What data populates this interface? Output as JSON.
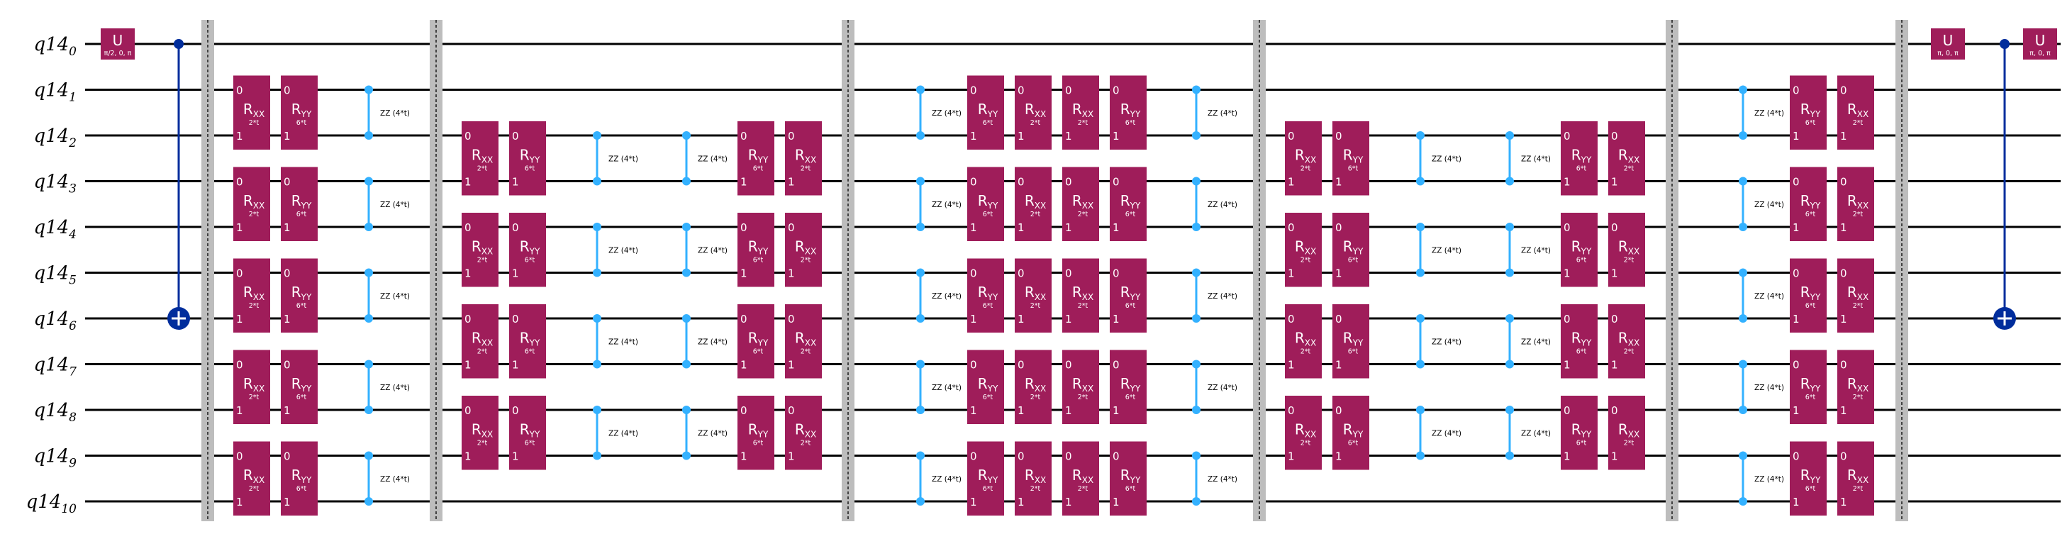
{
  "circuit": {
    "register": "q14",
    "qubits": [
      "0",
      "1",
      "2",
      "3",
      "4",
      "5",
      "6",
      "7",
      "8",
      "9",
      "10"
    ],
    "colors": {
      "gate": "#9f1d5a",
      "zz": "#33b1ff",
      "cx": "#002d9c",
      "wire": "#000000",
      "barrier": "#bdbdbd"
    },
    "labels": {
      "u": "U",
      "r": "R",
      "xx": "XX",
      "yy": "YY",
      "p_xx": "2*t",
      "p_yy": "6*t",
      "p_zz": "ZZ (4*t)",
      "u_first": "π/2, 0, π",
      "u_last": "π, 0, π",
      "port0": "0",
      "port1": "1"
    },
    "moments": [
      {
        "kind": "u",
        "qubit": 0,
        "param": "u_first"
      },
      {
        "kind": "cx",
        "control": 0,
        "target": 6
      },
      {
        "kind": "barrier"
      },
      {
        "kind": "pair2",
        "pairs": [
          [
            1,
            2
          ],
          [
            3,
            4
          ],
          [
            5,
            6
          ],
          [
            7,
            8
          ],
          [
            9,
            10
          ]
        ],
        "first": "xx",
        "second": "yy"
      },
      {
        "kind": "zz",
        "pairs": [
          [
            1,
            2
          ],
          [
            3,
            4
          ],
          [
            5,
            6
          ],
          [
            7,
            8
          ],
          [
            9,
            10
          ]
        ]
      },
      {
        "kind": "barrier"
      },
      {
        "kind": "pair2",
        "pairs": [
          [
            2,
            3
          ],
          [
            4,
            5
          ],
          [
            6,
            7
          ],
          [
            8,
            9
          ]
        ],
        "first": "xx",
        "second": "yy"
      },
      {
        "kind": "zz",
        "pairs": [
          [
            2,
            3
          ],
          [
            4,
            5
          ],
          [
            6,
            7
          ],
          [
            8,
            9
          ]
        ]
      },
      {
        "kind": "zz",
        "pairs": [
          [
            2,
            3
          ],
          [
            4,
            5
          ],
          [
            6,
            7
          ],
          [
            8,
            9
          ]
        ]
      },
      {
        "kind": "pair2",
        "pairs": [
          [
            2,
            3
          ],
          [
            4,
            5
          ],
          [
            6,
            7
          ],
          [
            8,
            9
          ]
        ],
        "first": "yy",
        "second": "xx"
      },
      {
        "kind": "barrier"
      },
      {
        "kind": "zz",
        "pairs": [
          [
            1,
            2
          ],
          [
            3,
            4
          ],
          [
            5,
            6
          ],
          [
            7,
            8
          ],
          [
            9,
            10
          ]
        ]
      },
      {
        "kind": "pair4",
        "pairs": [
          [
            1,
            2
          ],
          [
            3,
            4
          ],
          [
            5,
            6
          ],
          [
            7,
            8
          ],
          [
            9,
            10
          ]
        ],
        "seq": [
          "yy",
          "xx",
          "xx",
          "yy"
        ]
      },
      {
        "kind": "zz",
        "pairs": [
          [
            1,
            2
          ],
          [
            3,
            4
          ],
          [
            5,
            6
          ],
          [
            7,
            8
          ],
          [
            9,
            10
          ]
        ]
      },
      {
        "kind": "barrier"
      },
      {
        "kind": "pair2",
        "pairs": [
          [
            2,
            3
          ],
          [
            4,
            5
          ],
          [
            6,
            7
          ],
          [
            8,
            9
          ]
        ],
        "first": "xx",
        "second": "yy"
      },
      {
        "kind": "zz",
        "pairs": [
          [
            2,
            3
          ],
          [
            4,
            5
          ],
          [
            6,
            7
          ],
          [
            8,
            9
          ]
        ]
      },
      {
        "kind": "zz",
        "pairs": [
          [
            2,
            3
          ],
          [
            4,
            5
          ],
          [
            6,
            7
          ],
          [
            8,
            9
          ]
        ]
      },
      {
        "kind": "pair2",
        "pairs": [
          [
            2,
            3
          ],
          [
            4,
            5
          ],
          [
            6,
            7
          ],
          [
            8,
            9
          ]
        ],
        "first": "yy",
        "second": "xx"
      },
      {
        "kind": "barrier"
      },
      {
        "kind": "zz",
        "pairs": [
          [
            1,
            2
          ],
          [
            3,
            4
          ],
          [
            5,
            6
          ],
          [
            7,
            8
          ],
          [
            9,
            10
          ]
        ]
      },
      {
        "kind": "pair2",
        "pairs": [
          [
            1,
            2
          ],
          [
            3,
            4
          ],
          [
            5,
            6
          ],
          [
            7,
            8
          ],
          [
            9,
            10
          ]
        ],
        "first": "yy",
        "second": "xx"
      },
      {
        "kind": "barrier"
      },
      {
        "kind": "u",
        "qubit": 0,
        "param": "u_last"
      },
      {
        "kind": "cx",
        "control": 0,
        "target": 6
      },
      {
        "kind": "u",
        "qubit": 0,
        "param": "u_last"
      }
    ]
  }
}
